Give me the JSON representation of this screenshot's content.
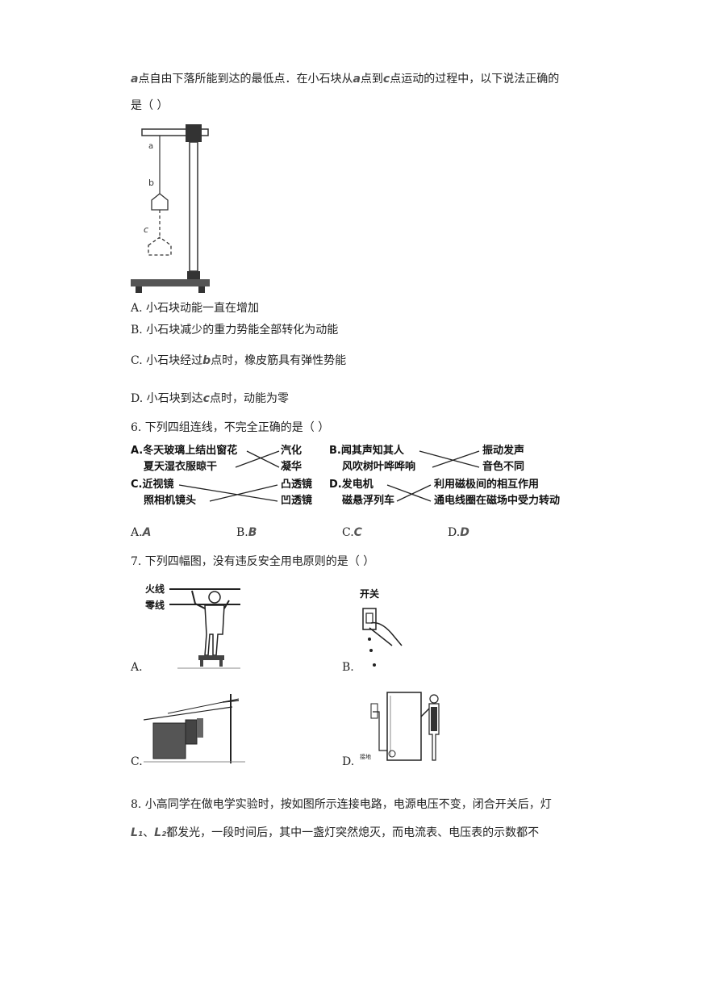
{
  "q5": {
    "line1_a": "a",
    "line1_b": "点自由下落所能到达的最低点．在小石块从",
    "line1_c": "a",
    "line1_d": "点到",
    "line1_e": "c",
    "line1_f": "点运动的过程中，以下说法正确的",
    "line2": "是（ ）",
    "fig_labels": {
      "a": "a",
      "b": "b",
      "c": "c"
    },
    "options": {
      "A": "A. 小石块动能一直在增加",
      "B": "B. 小石块减少的重力势能全部转化为动能",
      "C_pre": "C. 小石块经过",
      "C_var": "b",
      "C_post": "点时，橡皮筋具有弹性势能",
      "D_pre": "D. 小石块到达",
      "D_var": "c",
      "D_post": "点时，动能为零"
    }
  },
  "q6": {
    "stem": "6. 下列四组连线，不完全正确的是（ ）",
    "A": {
      "head": "A.冬天玻璃上结出窗花",
      "left2": "夏天湿衣服晾干",
      "right1": "汽化",
      "right2": "凝华"
    },
    "B": {
      "head": "B.闻其声知其人",
      "left2": "风吹树叶哗哗响",
      "right1": "振动发声",
      "right2": "音色不同"
    },
    "C": {
      "head": "C.近视镜",
      "left2": "照相机镜头",
      "right1": "凸透镜",
      "right2": "凹透镜"
    },
    "D": {
      "head": "D.发电机",
      "left2": "磁悬浮列车",
      "right1": "利用磁极间的相互作用",
      "right2": "通电线圈在磁场中受力转动"
    },
    "options": [
      {
        "prefix": "A.",
        "var": "A"
      },
      {
        "prefix": "B.",
        "var": "B"
      },
      {
        "prefix": "C.",
        "var": "C"
      },
      {
        "prefix": "D.",
        "var": "D"
      }
    ]
  },
  "q7": {
    "stem": "7. 下列四幅图，没有违反安全用电原则的是（ ）",
    "figA": {
      "label": "A.",
      "live": "火线",
      "neutral": "零线"
    },
    "figB": {
      "label": "B.",
      "switch": "开关"
    },
    "figC": {
      "label": "C."
    },
    "figD": {
      "label": "D.",
      "ground": "接地"
    }
  },
  "q8": {
    "line1": "8. 小高同学在做电学实验时，按如图所示连接电路，电源电压不变，闭合开关后，灯",
    "L1": "L₁",
    "sep": "、",
    "L2": "L₂",
    "line2_rest": "都发光，一段时间后，其中一盏灯突然熄灭，而电流表、电压表的示数都不"
  }
}
